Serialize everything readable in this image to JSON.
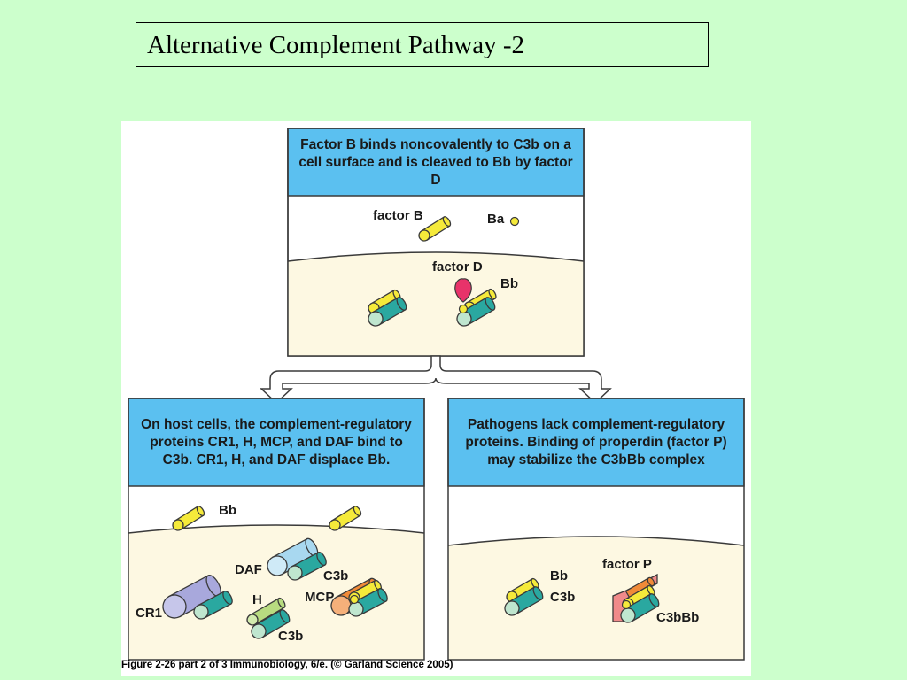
{
  "slide_title": "Alternative Complement Pathway -2",
  "top_panel": {
    "header": "Factor B binds noncovalently to C3b on a cell surface and is cleaved to Bb by factor D",
    "labels": {
      "factor_b": "factor B",
      "ba": "Ba",
      "factor_d": "factor D",
      "bb": "Bb"
    }
  },
  "left_panel": {
    "header": "On host cells, the complement-regulatory proteins CR1, H, MCP, and DAF bind to C3b. CR1, H, and DAF displace Bb.",
    "labels": {
      "bb": "Bb",
      "daf": "DAF",
      "c3b_top": "C3b",
      "cr1": "CR1",
      "h": "H",
      "mcp": "MCP",
      "c3b_bottom": "C3b"
    }
  },
  "right_panel": {
    "header": "Pathogens lack complement-regulatory proteins. Binding of properdin (factor P) may stabilize the C3bBb complex",
    "labels": {
      "factor_p": "factor P",
      "bb": "Bb",
      "c3b": "C3b",
      "c3bbb": "C3bBb"
    }
  },
  "caption": "Figure 2-26 part 2 of 3  Immunobiology, 6/e. (© Garland Science 2005)",
  "colors": {
    "background": "#ccffcc",
    "header_blue": "#5bc0f0",
    "cell_surface": "#fdf8e2",
    "yellow": "#f5ea3a",
    "teal": "#2aa8a0",
    "factor_d": "#e8336a",
    "light_blue": "#a8d8f0",
    "purple": "#a8a8dc",
    "orange": "#f08a38",
    "light_green": "#b8dc80",
    "pink": "#f08a8a"
  }
}
